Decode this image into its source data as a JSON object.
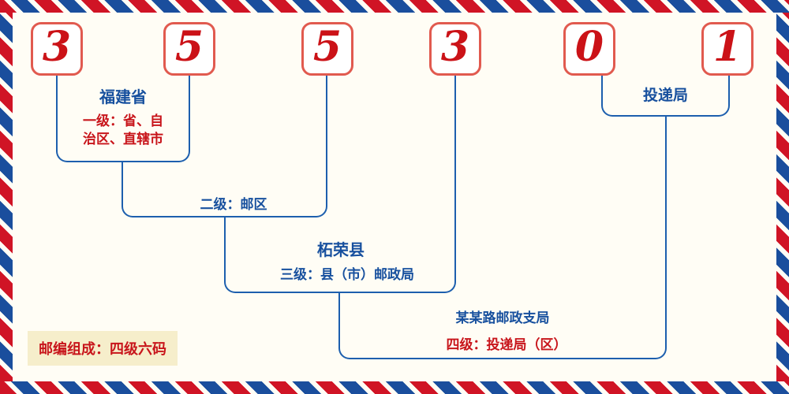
{
  "postal_code": {
    "digits": [
      "3",
      "5",
      "5",
      "3",
      "0",
      "1"
    ]
  },
  "annotations": {
    "level1": {
      "region": "福建省",
      "desc_line1": "一级：省、自",
      "desc_line2": "治区、直辖市"
    },
    "level2": {
      "desc": "二级：邮区"
    },
    "level3": {
      "region": "柘荣县",
      "desc": "三级：县（市）邮政局"
    },
    "level4": {
      "office": "某某路邮政支局",
      "desc": "四级：投递局（区）"
    },
    "delivery": {
      "label": "投递局"
    }
  },
  "footer": {
    "composition": "邮编组成：四级六码"
  },
  "colors": {
    "bg": "#fffdf5",
    "digit_red": "#cb1217",
    "line_blue": "#1d5fae",
    "text_blue": "#17509e",
    "text_red": "#c8151b",
    "badge_bg": "#f6eecb",
    "border_red": "#d01425",
    "border_blue": "#1a4e9d"
  }
}
